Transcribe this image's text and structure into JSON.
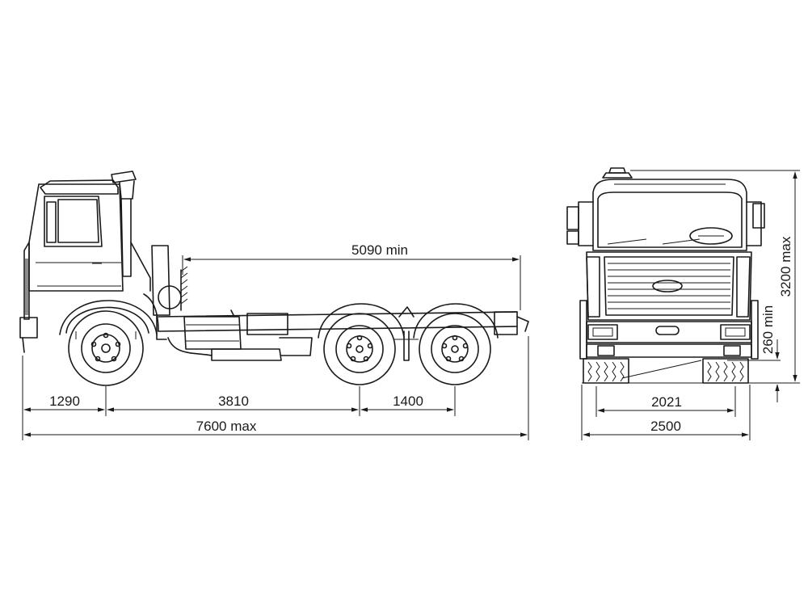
{
  "side_view": {
    "dimensions": {
      "front_overhang": "1290",
      "wheelbase": "3810",
      "tandem_spacing": "1400",
      "overall_length": "7600 max",
      "frame_length": "5090 min"
    }
  },
  "front_view": {
    "dimensions": {
      "track_width": "2021",
      "overall_width": "2500",
      "overall_height": "3200  max",
      "ground_clearance": "260 min"
    }
  }
}
